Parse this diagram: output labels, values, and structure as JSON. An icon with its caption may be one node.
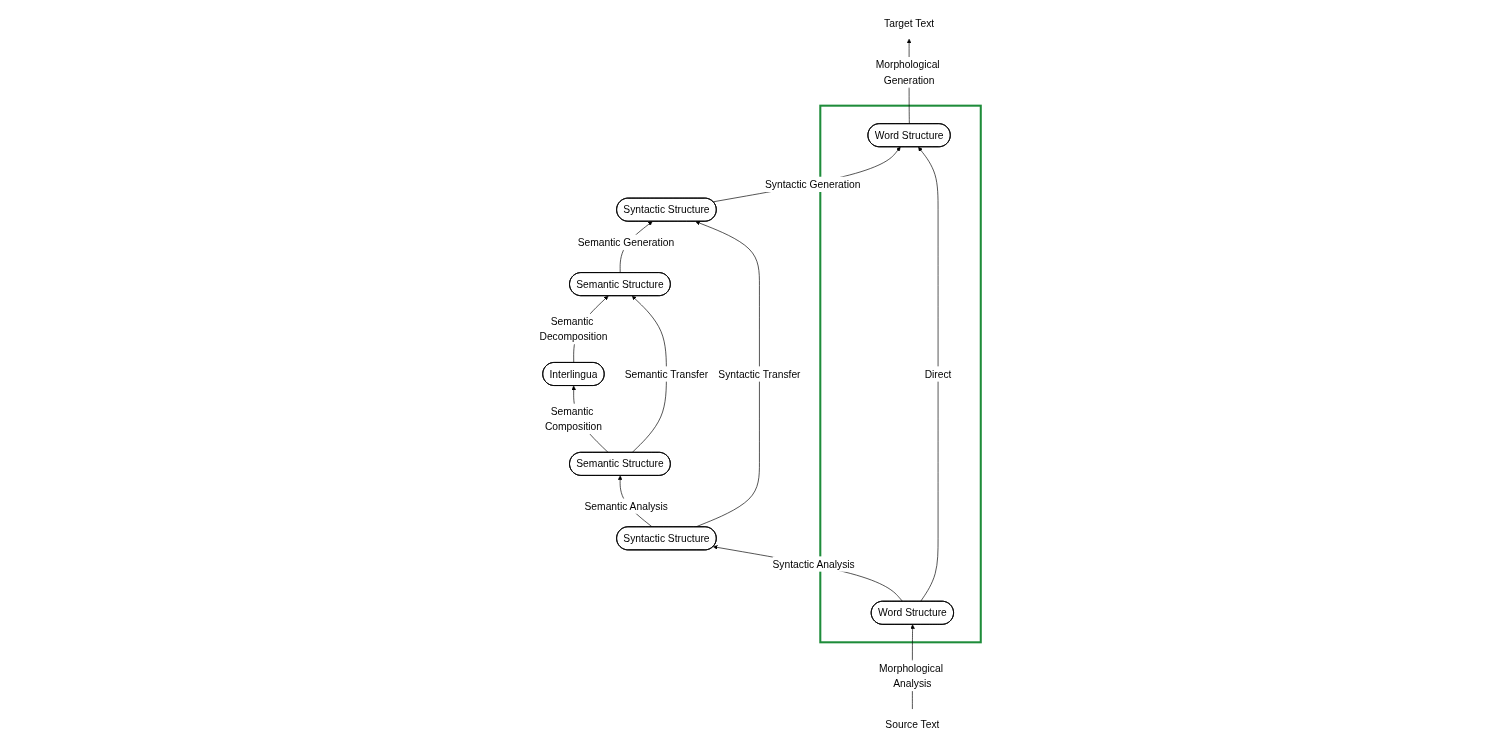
{
  "diagram": {
    "nodes": [
      {
        "text": [],
        "shape": "box"
      },
      {
        "text": [
          "Interlingua"
        ]
      },
      {
        "text": [
          "Semantic Structure"
        ]
      },
      {
        "text": [
          "Semantic Structure"
        ]
      },
      {
        "text": [
          "Syntactic Structure"
        ]
      },
      {
        "text": [
          "Syntactic Structure"
        ]
      },
      {
        "text": [
          "Word Structure"
        ],
        "in": 0
      },
      {
        "text": [
          "Word Structure"
        ],
        "in": 0
      },
      {
        "text": [
          "Source Text"
        ]
      },
      {
        "text": [
          "Target Text"
        ]
      }
    ],
    "edges": [
      {
        "from": 2,
        "to": 1,
        "arrow": "to",
        "label": "Semantic Composition"
      },
      {
        "from": 1,
        "to": 3,
        "arrow": "to",
        "label": "Semantic Decomposition"
      },
      {
        "from": 2,
        "to": 3,
        "arrow": "to",
        "label": "Semantic Transfer"
      },
      {
        "from": 4,
        "to": 2,
        "arrow": "to",
        "label": "Semantic Analysis"
      },
      {
        "from": 3,
        "to": 5,
        "arrow": "to",
        "label": "Semantic Generation"
      },
      {
        "from": 4,
        "to": 5,
        "arrow": "to",
        "label": "Syntactic Transfer"
      },
      {
        "from": 6,
        "to": 4,
        "arrow": "to",
        "label": "Syntactic Analysis"
      },
      {
        "from": 5,
        "to": 7,
        "arrow": "to",
        "label": "Syntactic Generation"
      },
      {
        "from": 6,
        "to": 7,
        "arrow": "to",
        "label": "Direct"
      },
      {
        "from": 8,
        "to": 6,
        "arrow": "to",
        "label": "Morphological Analysis"
      },
      {
        "from": 7,
        "to": 9,
        "arrow": "to",
        "label": "Morphological Generation"
      }
    ]
  }
}
